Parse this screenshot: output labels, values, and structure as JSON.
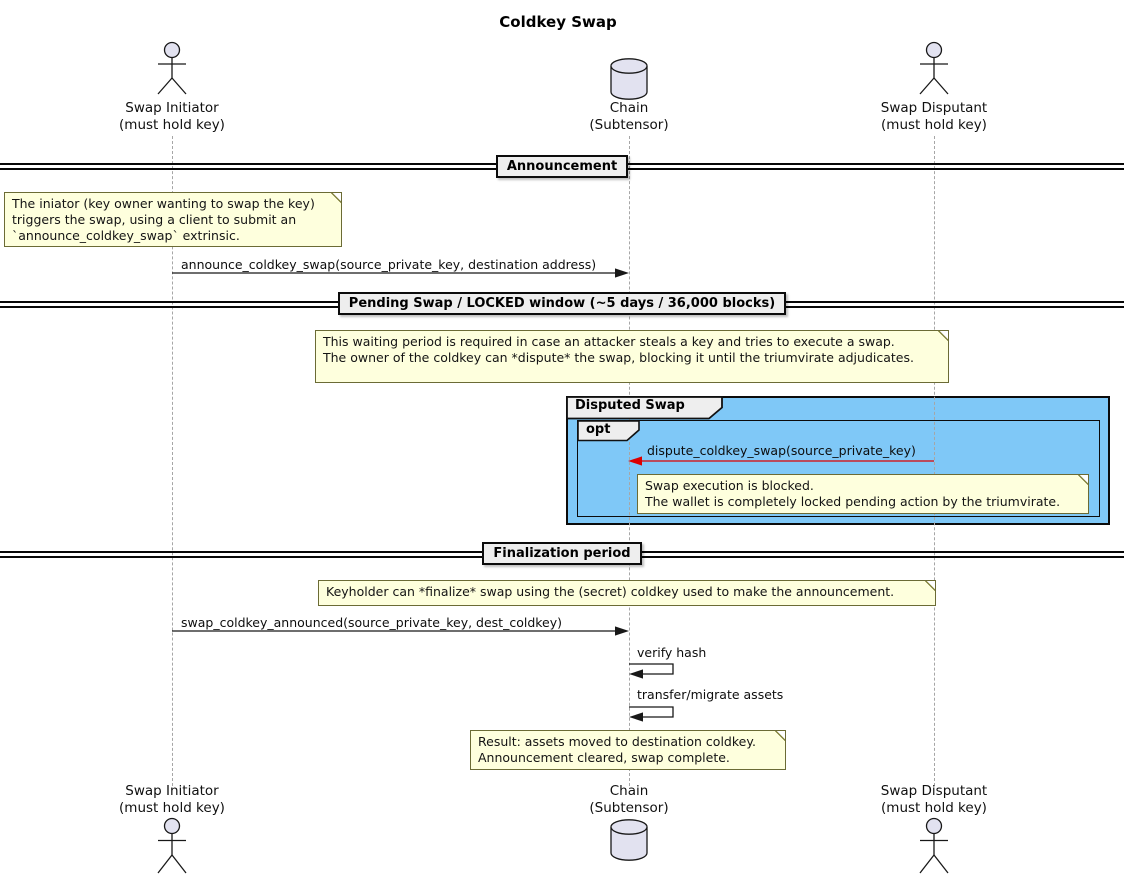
{
  "title": "Coldkey Swap",
  "participants": {
    "initiator": {
      "name": "Swap Initiator",
      "sub": "(must hold key)",
      "type": "actor"
    },
    "chain": {
      "name": "Chain",
      "sub": "(Subtensor)",
      "type": "database"
    },
    "disputant": {
      "name": "Swap Disputant",
      "sub": "(must hold key)",
      "type": "actor"
    }
  },
  "dividers": {
    "announcement": "Announcement",
    "pending": "Pending Swap / LOCKED window (~5 days / 36,000 blocks)",
    "finalization": "Finalization period"
  },
  "groups": {
    "disputed": {
      "label": "Disputed Swap"
    },
    "opt": {
      "label": "opt"
    }
  },
  "messages": {
    "announce": "announce_coldkey_swap(source_private_key, destination address)",
    "dispute": "dispute_coldkey_swap(source_private_key)",
    "finalize": "swap_coldkey_announced(source_private_key, dest_coldkey)",
    "verify": "verify hash",
    "transfer": "transfer/migrate assets"
  },
  "notes": {
    "initiator_note": {
      "lines": [
        "The iniator (key owner wanting to swap the key)",
        "triggers the swap, using a client to submit an",
        "`announce_coldkey_swap` extrinsic."
      ]
    },
    "waiting_note": {
      "lines": [
        "This waiting period is required in case an attacker steals a key and tries to execute a swap.",
        "The owner of the coldkey can *dispute* the swap, blocking it until the triumvirate adjudicates."
      ]
    },
    "blocked_note": {
      "lines": [
        "Swap execution is blocked.",
        "The wallet is completely locked pending action by the triumvirate."
      ]
    },
    "finalize_note": {
      "lines": [
        "Keyholder can *finalize* swap using the (secret) coldkey used to make the announcement."
      ]
    },
    "result_note": {
      "lines": [
        "Result: assets moved to destination coldkey.",
        "Announcement cleared, swap complete."
      ]
    }
  },
  "colors": {
    "note_fill": "#FEFFDD",
    "group_fill": "#7FC8F7",
    "actor_fill": "#E2E2F0",
    "divider_fill": "#EEEEEE",
    "dispute_arrow": "#DD0000",
    "lifeline": "#A6A6A6"
  }
}
